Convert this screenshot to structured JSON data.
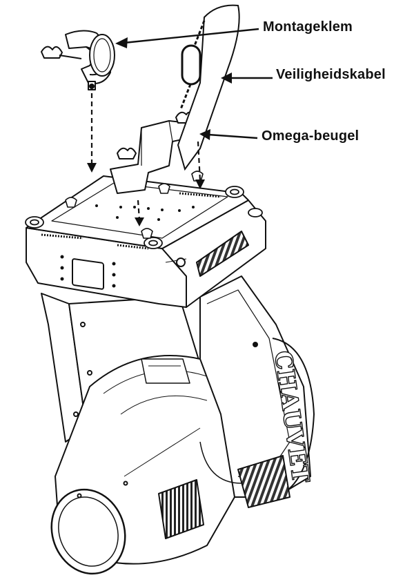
{
  "labels": {
    "clamp": "Montageklem",
    "safety_cable": "Veiligheidskabel",
    "omega_bracket": "Omega-beugel"
  },
  "brand": "CHAUVET",
  "colors": {
    "ink": "#111111",
    "body_fill": "#ffffff",
    "shade": "#d9d9d9",
    "dark": "#2a2a2a"
  }
}
